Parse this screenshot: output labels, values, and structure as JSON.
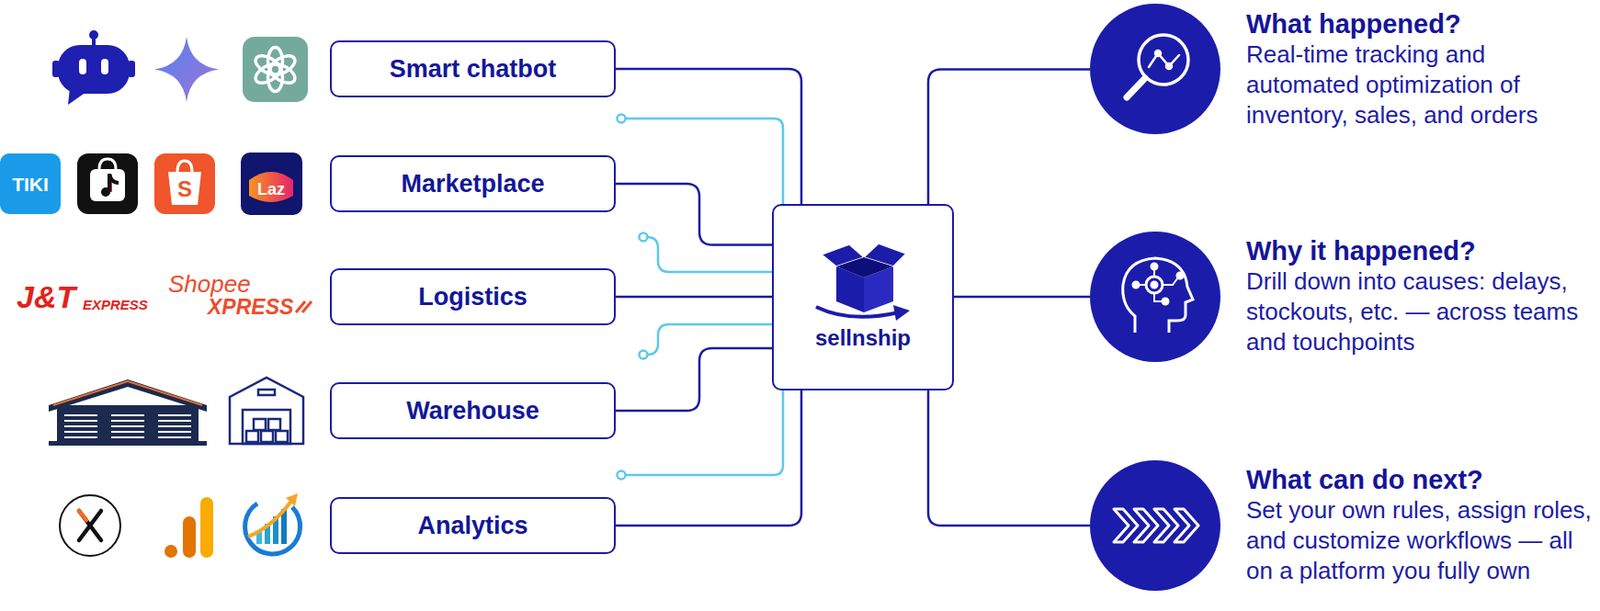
{
  "diagram": {
    "nodes": [
      {
        "text": [
          "Smart chatbot"
        ]
      },
      {
        "text": [
          "Marketplace"
        ]
      },
      {
        "text": [
          "Logistics"
        ]
      },
      {
        "text": [
          "Warehouse"
        ]
      },
      {
        "text": [
          "Analytics"
        ]
      },
      {
        "text": [
          "sellnship"
        ]
      },
      {
        "text": [
          "What happened?",
          "Real-time tracking and automated optimization of inventory, sales, and orders"
        ]
      },
      {
        "text": [
          "Why it happened?",
          "Drill down into causes: delays, stockouts, etc. — across teams and touchpoints"
        ]
      },
      {
        "text": [
          "What can do next?",
          "Set your own rules, assign roles, and customize workflows — all on a platform you fully own"
        ]
      }
    ],
    "edges": [
      {
        "from": 0,
        "to": 5,
        "arrow": "none"
      },
      {
        "from": 1,
        "to": 5,
        "arrow": "none"
      },
      {
        "from": 2,
        "to": 5,
        "arrow": "none"
      },
      {
        "from": 3,
        "to": 5,
        "arrow": "none"
      },
      {
        "from": 4,
        "to": 5,
        "arrow": "none"
      },
      {
        "from": 5,
        "to": 6,
        "arrow": "none"
      },
      {
        "from": 5,
        "to": 7,
        "arrow": "none"
      },
      {
        "from": 5,
        "to": 8,
        "arrow": "none"
      }
    ],
    "labels": [
      "TIKI",
      "S",
      "Laz",
      "J&T",
      "EXPRESS",
      "Shopee",
      "XPRESS"
    ]
  }
}
